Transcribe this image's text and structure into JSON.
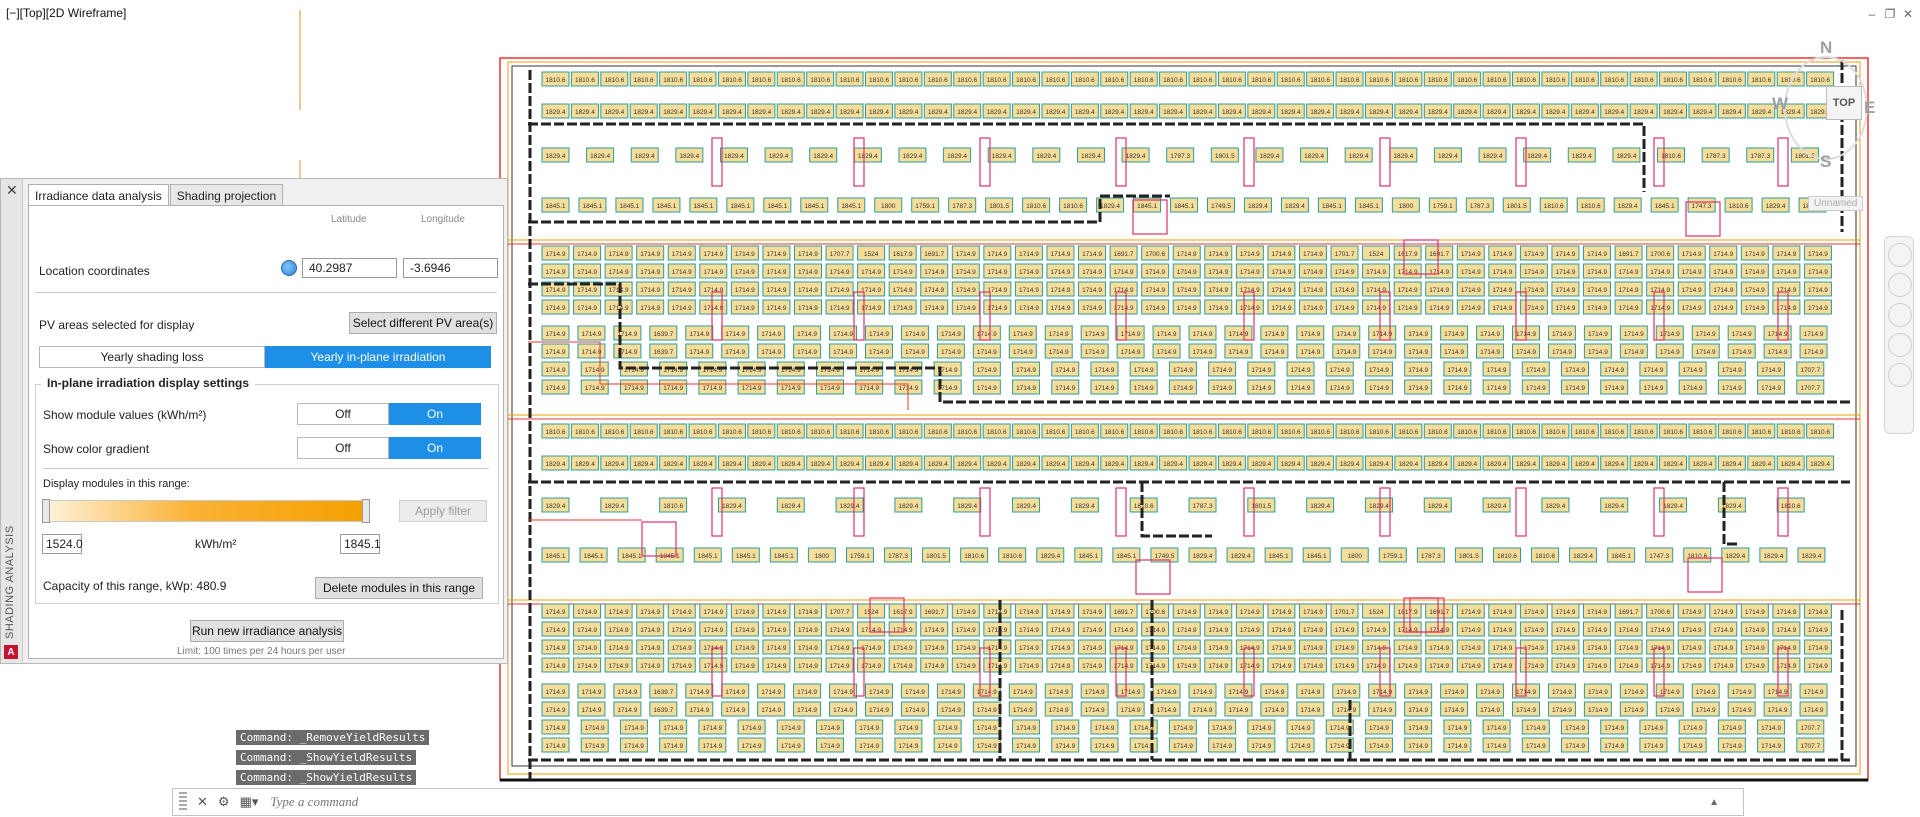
{
  "viewport": {
    "label": "[−][Top][2D Wireframe]"
  },
  "window_controls": [
    "minimize-icon",
    "restore-icon",
    "close-icon"
  ],
  "viewcube": {
    "north": "N",
    "south": "S",
    "east": "E",
    "west": "W",
    "face": "TOP",
    "ucs": "Unnamed"
  },
  "palette": {
    "side_title": "SHADING ANALYSIS",
    "close_icon": "close-icon",
    "tabs": [
      {
        "label": "Irradiance data analysis",
        "active": true
      },
      {
        "label": "Shading projection",
        "active": false
      }
    ],
    "location": {
      "label": "Location coordinates",
      "latitude_label": "Latitude",
      "longitude_label": "Longitude",
      "latitude": "40.2987",
      "longitude": "-3.6946"
    },
    "pv_areas": {
      "label": "PV areas selected for display",
      "button": "Select different PV area(s)"
    },
    "mode": {
      "options": [
        "Yearly shading loss",
        "Yearly in-plane irradiation"
      ],
      "selected": "Yearly in-plane irradiation"
    },
    "settings": {
      "title": "In-plane irradiation display settings",
      "show_values_label": "Show module values (kWh/m²)",
      "show_gradient_label": "Show color gradient",
      "off": "Off",
      "on": "On",
      "show_values": "On",
      "show_gradient": "On",
      "range_label": "Display modules in this range:",
      "apply_button": "Apply filter",
      "min": "1524.0",
      "max": "1845.1",
      "unit": "kWh/m²",
      "capacity_label": "Capacity of this range, kWp: 480.9",
      "delete_button": "Delete modules in this range"
    },
    "run_button": "Run new irradiance analysis",
    "limit_note": "Limit: 100 times per 24 hours per user"
  },
  "command_history": [
    "Command: _RemoveYieldResults",
    "Command: _ShowYieldResults",
    "Command: _ShowYieldResults"
  ],
  "command_line": {
    "placeholder": "Type a command",
    "icons": [
      "close-icon",
      "customize-icon",
      "prompt-icon"
    ]
  },
  "modules": {
    "row_a": [
      "1810.6",
      "1810.6",
      "1810.6",
      "1810.6",
      "1810.6",
      "1810.6",
      "1810.6",
      "1810.6",
      "1810.6",
      "1810.6",
      "1810.6",
      "1810.6",
      "1810.6",
      "1810.6",
      "1810.6",
      "1810.6",
      "1810.6",
      "1810.6",
      "1810.6",
      "1810.6",
      "1810.6",
      "1810.6",
      "1810.6",
      "1810.6",
      "1810.6",
      "1810.6",
      "1810.6",
      "1810.6",
      "1810.6",
      "1810.6",
      "1810.6",
      "1810.6",
      "1810.6",
      "1810.6",
      "1810.6",
      "1810.6",
      "1810.6",
      "1810.6",
      "1810.6",
      "1810.6",
      "1810.6",
      "1810.6",
      "1810.6",
      "1810.6"
    ],
    "row_b": [
      "1829.4",
      "1829.4",
      "1829.4",
      "1829.4",
      "1829.4",
      "1829.4",
      "1829.4",
      "1829.4",
      "1829.4",
      "1829.4",
      "1829.4",
      "1829.4",
      "1829.4",
      "1829.4",
      "1829.4",
      "1829.4",
      "1829.4",
      "1829.4",
      "1829.4",
      "1829.4",
      "1829.4",
      "1829.4",
      "1829.4",
      "1829.4",
      "1829.4",
      "1829.4",
      "1829.4",
      "1829.4",
      "1829.4",
      "1829.4",
      "1829.4",
      "1829.4",
      "1829.4",
      "1829.4",
      "1829.4",
      "1829.4",
      "1829.4",
      "1829.4",
      "1829.4",
      "1829.4",
      "1829.4",
      "1829.4",
      "1829.4",
      "1829.4"
    ],
    "row_c": [
      "1829.4",
      "1829.4",
      "1829.4",
      "1829.4",
      "1829.4",
      "1829.4",
      "1829.4",
      "1829.4",
      "1829.4",
      "1829.4",
      "1829.4",
      "1829.4",
      "1829.4",
      "1829.4",
      "1787.3",
      "1801.5",
      "1829.4",
      "1829.4",
      "1829.4",
      "1829.4",
      "1829.4",
      "1829.4",
      "1829.4",
      "1829.4",
      "1829.4",
      "1810.6",
      "1787.3",
      "1787.3",
      "1801.5"
    ],
    "row_d": [
      "1845.1",
      "1845.1",
      "1845.1",
      "1845.1",
      "1845.1",
      "1845.1",
      "1845.1",
      "1845.1",
      "1845.1",
      "1800",
      "1759.1",
      "1787.3",
      "1801.5",
      "1810.6",
      "1810.6",
      "1829.4",
      "1845.1",
      "1845.1",
      "1749.5",
      "1829.4",
      "1829.4",
      "1845.1",
      "1845.1",
      "1800",
      "1759.1",
      "1787.3",
      "1801.5",
      "1810.6",
      "1810.6",
      "1829.4",
      "1845.1",
      "1747.3",
      "1810.6",
      "1829.4",
      "1829.4"
    ],
    "row_e": [
      "1714.9",
      "1714.9",
      "1714.9",
      "1714.9",
      "1714.9",
      "1714.9",
      "1714.9",
      "1714.9",
      "1714.9",
      "1707.7",
      "1524",
      "1617.9",
      "1691.7",
      "1714.9",
      "1714.9",
      "1714.9",
      "1714.9",
      "1714.9",
      "1691.7",
      "1700.6",
      "1714.9",
      "1714.9",
      "1714.9",
      "1714.9",
      "1714.9",
      "1701.7",
      "1524",
      "1617.9",
      "1691.7",
      "1714.9",
      "1714.9",
      "1714.9",
      "1714.9",
      "1714.9",
      "1691.7",
      "1700.6",
      "1714.9",
      "1714.9",
      "1714.9",
      "1714.9",
      "1714.9"
    ],
    "row_f": [
      "1714.9",
      "1714.9",
      "1714.9",
      "1714.9",
      "1714.9",
      "1714.9",
      "1714.9",
      "1714.9",
      "1714.9",
      "1714.9",
      "1714.9",
      "1714.9",
      "1714.9",
      "1714.9",
      "1714.9",
      "1714.9",
      "1714.9",
      "1714.9",
      "1714.9",
      "1714.9",
      "1714.9",
      "1714.9",
      "1714.9",
      "1714.9",
      "1714.9",
      "1714.9",
      "1714.9",
      "1714.9",
      "1714.9",
      "1714.9",
      "1714.9",
      "1714.9",
      "1714.9",
      "1714.9",
      "1714.9",
      "1714.9",
      "1714.9",
      "1714.9",
      "1714.9",
      "1714.9",
      "1714.9"
    ],
    "row_g": [
      "1714.9",
      "1714.9",
      "1714.9",
      "1639.7",
      "1714.9",
      "1714.9",
      "1714.9",
      "1714.9",
      "1714.9",
      "1714.9",
      "1714.9",
      "1714.9",
      "1714.9",
      "1714.9",
      "1714.9",
      "1714.9",
      "1714.9",
      "1714.9",
      "1714.9",
      "1714.9",
      "1714.9",
      "1714.9",
      "1714.9",
      "1714.9",
      "1714.9",
      "1714.9",
      "1714.9",
      "1714.9",
      "1714.9",
      "1714.9",
      "1714.9",
      "1714.9",
      "1714.9",
      "1714.9",
      "1714.9",
      "1714.9"
    ],
    "row_h": [
      "1714.9",
      "1714.9",
      "1714.9",
      "1714.9",
      "1714.9",
      "1714.9",
      "1714.9",
      "1714.9",
      "1714.9",
      "1714.9",
      "1714.9",
      "1714.9",
      "1714.9",
      "1714.9",
      "1714.9",
      "1714.9",
      "1714.9",
      "1714.9",
      "1714.9",
      "1714.9",
      "1714.9",
      "1714.9",
      "1714.9",
      "1714.9",
      "1714.9",
      "1714.9",
      "1714.9",
      "1714.9",
      "1714.9",
      "1714.9",
      "1714.9",
      "1714.9",
      "1707.7"
    ],
    "row_i": [
      "1829.4",
      "1829.4",
      "1810.6",
      "1829.4",
      "1829.4",
      "1829.4",
      "1829.4",
      "1829.4",
      "1829.4",
      "1829.4",
      "1810.6",
      "1787.3",
      "1801.5",
      "1829.4",
      "1829.4",
      "1829.4",
      "1829.4",
      "1829.4",
      "1829.4",
      "1829.4",
      "1829.4",
      "1810.6"
    ],
    "row_j": [
      "1845.1",
      "1845.1",
      "1845.1",
      "1845.1",
      "1845.1",
      "1845.1",
      "1845.1",
      "1800",
      "1759.1",
      "1787.3",
      "1801.5",
      "1810.6",
      "1810.6",
      "1829.4",
      "1845.1",
      "1845.1",
      "1749.5",
      "1829.4",
      "1829.4",
      "1845.1",
      "1845.1",
      "1800",
      "1759.1",
      "1787.3",
      "1801.5",
      "1810.6",
      "1810.6",
      "1829.4",
      "1845.1",
      "1747.3",
      "1810.6",
      "1829.4",
      "1829.4",
      "1829.4"
    ]
  }
}
